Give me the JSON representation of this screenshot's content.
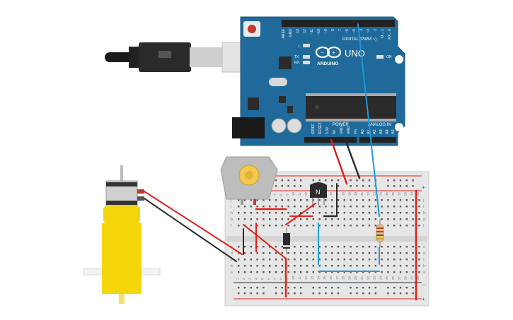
{
  "arduino": {
    "logo_text": "ARDUINO",
    "model": "UNO",
    "digital_label": "DIGITAL (PWM ~)",
    "analog_label": "ANALOG IN",
    "power_label": "POWER",
    "led_l": "L",
    "led_tx": "TX",
    "led_rx": "RX",
    "led_on": "ON",
    "top_pins": [
      "AREF",
      "GND",
      "13",
      "12",
      "~11",
      "~10",
      "~9",
      "8",
      "7",
      "~6",
      "~5",
      "4",
      "~3",
      "2",
      "TX→1",
      "RX←0"
    ],
    "power_pins": [
      "IOREF",
      "RESET",
      "3.3V",
      "5V",
      "GND",
      "GND",
      "Vin"
    ],
    "analog_pins": [
      "A0",
      "A1",
      "A2",
      "A3",
      "A4",
      "A5"
    ]
  },
  "breadboard": {
    "column_numbers": [
      "1",
      "2",
      "3",
      "4",
      "5",
      "6",
      "7",
      "8",
      "9",
      "10",
      "11",
      "12",
      "13",
      "14",
      "15",
      "16",
      "17",
      "18",
      "19",
      "20",
      "21",
      "22",
      "23",
      "24",
      "25",
      "26",
      "27",
      "28",
      "29",
      "30"
    ],
    "row_letters_top": [
      "j",
      "i",
      "h",
      "g",
      "f"
    ],
    "row_letters_bottom": [
      "e",
      "d",
      "c",
      "b",
      "a"
    ],
    "rail_plus": "+",
    "rail_minus": "−"
  },
  "transistor": {
    "label": "N"
  },
  "colors": {
    "board_blue": "#1f6a9a",
    "wire_red": "#e0201b",
    "wire_black": "#2b2b2b",
    "wire_blue": "#1a9bd7",
    "motor_yellow": "#f5d60a"
  }
}
